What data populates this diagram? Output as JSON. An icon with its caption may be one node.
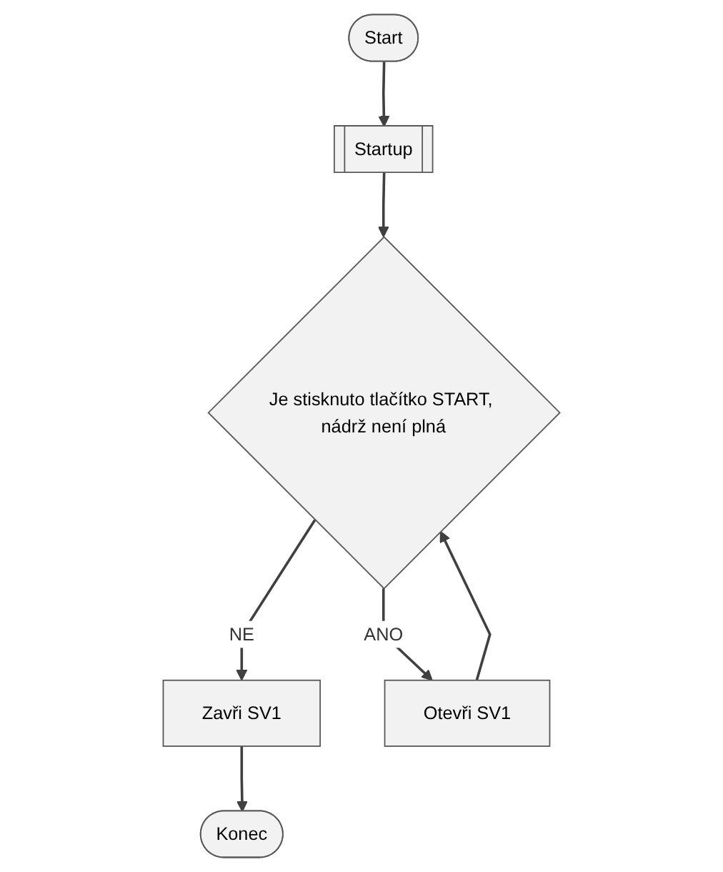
{
  "diagram": {
    "nodes": [
      {
        "text": [
          "Start"
        ]
      },
      {
        "text": [
          "Startup"
        ]
      },
      {
        "text": [
          "Je stisknuto tlačítko START, nádrž není plná"
        ]
      },
      {
        "text": [
          "Zavři SV1"
        ]
      },
      {
        "text": [
          "Otevři SV1"
        ]
      },
      {
        "text": [
          "Konec"
        ]
      }
    ],
    "edges": [
      {
        "from": 0,
        "to": 1,
        "arrow": "to"
      },
      {
        "from": 1,
        "to": 2,
        "arrow": "to"
      },
      {
        "from": 2,
        "to": 3,
        "label": "NE",
        "arrow": "to"
      },
      {
        "from": 2,
        "to": 4,
        "label": "ANO",
        "arrow": "to"
      },
      {
        "from": 4,
        "to": 2,
        "arrow": "to"
      },
      {
        "from": 3,
        "to": 5,
        "arrow": "to"
      }
    ]
  }
}
